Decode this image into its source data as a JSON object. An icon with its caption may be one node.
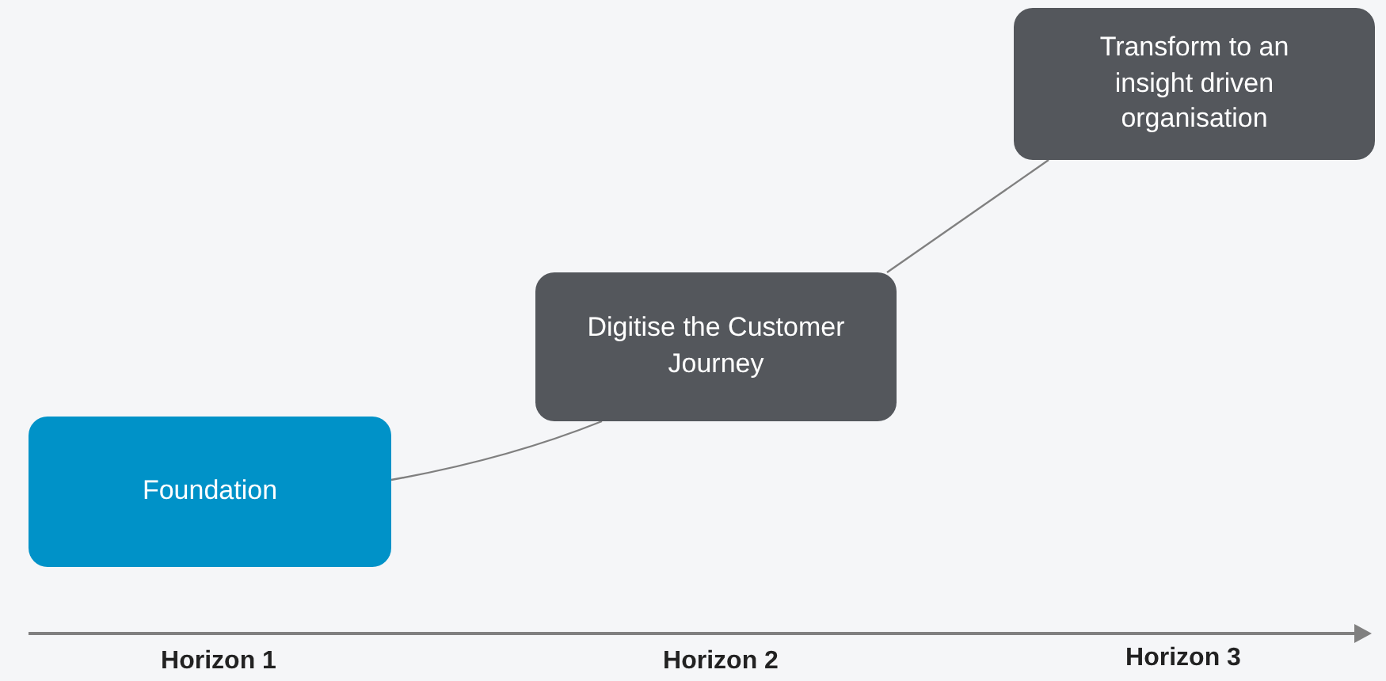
{
  "diagram": {
    "nodes": [
      {
        "text": [
          "Foundation"
        ]
      },
      {
        "text": [
          "Digitise the Customer Journey"
        ]
      },
      {
        "text": [
          "Transform to an insight driven organisation"
        ]
      }
    ],
    "edges": [
      {
        "from": 0,
        "to": 1,
        "arrow": "none"
      },
      {
        "from": 1,
        "to": 2,
        "arrow": "none"
      }
    ],
    "labels": [
      "Horizon 1",
      "Horizon 2",
      "Horizon 3"
    ]
  }
}
